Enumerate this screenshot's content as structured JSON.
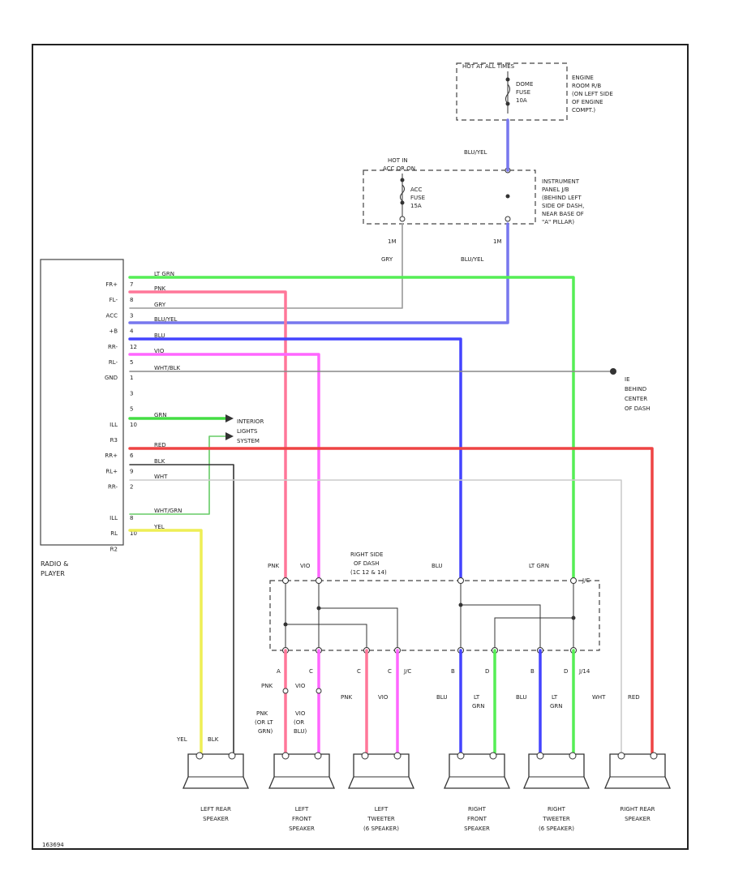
{
  "colors": {
    "lt_grn": "#55ee55",
    "pnk": "#ff7799",
    "gry": "#999999",
    "blu_yel": "#7777ee",
    "blu": "#4444ff",
    "vio": "#ff66ff",
    "wht_blk": "#888888",
    "grn": "#44dd44",
    "red": "#ee4444",
    "blk": "#333333",
    "wht": "#cccccc",
    "wht_grn": "#66cc66",
    "yel": "#eeee55"
  },
  "fuse_box_top": {
    "header": "HOT AT ALL TIMES",
    "fuse_line1": "DOME",
    "fuse_line2": "FUSE",
    "fuse_line3": "10A",
    "location": [
      "ENGINE",
      "ROOM R/B",
      "(ON LEFT SIDE",
      "OF ENGINE",
      "COMPT.)"
    ]
  },
  "fuse_box_mid": {
    "header_line1": "HOT IN",
    "header_line2": "ACC OR ON",
    "fuse_line1": "ACC",
    "fuse_line2": "FUSE",
    "fuse_line3": "15A",
    "location": [
      "INSTRUMENT",
      "PANEL J/B",
      "(BEHIND LEFT",
      "SIDE OF DASH,",
      "NEAR BASE OF",
      "\"A\" PILLAR)"
    ],
    "conn_left": "1M",
    "conn_right": "1M",
    "wire_gry": "GRY",
    "wire_bluyel_top": "BLU/YEL",
    "wire_bluyel_bot": "BLU/YEL"
  },
  "radio": {
    "name_line1": "RADIO &",
    "name_line2": "PLAYER",
    "pins": [
      "FR+",
      "FL-",
      "ACC",
      "+B",
      "RR-",
      "RL-",
      "GND",
      "",
      "",
      "ILL",
      "R3",
      "RR+",
      "RL+",
      "RR-",
      "",
      "ILL",
      "RL",
      "R2"
    ],
    "pin_nums": [
      "7",
      "8",
      "3",
      "4",
      "12",
      "5",
      "1",
      "3",
      "5",
      "10",
      "",
      "6",
      "9",
      "2",
      "",
      "8",
      "10",
      ""
    ]
  },
  "wire_labels": {
    "lt_grn": "LT GRN",
    "pnk": "PNK",
    "gry": "GRY",
    "blu_yel": "BLU/YEL",
    "blu": "BLU",
    "vio": "VIO",
    "wht_blk": "WHT/BLK",
    "grn": "GRN",
    "red": "RED",
    "blk": "BLK",
    "wht": "WHT",
    "wht_grn": "WHT/GRN",
    "yel": "YEL"
  },
  "ground": {
    "id": "IE",
    "line1": "BEHIND",
    "line2": "CENTER",
    "line3": "OF DASH"
  },
  "interior_lights": {
    "line1": "INTERIOR",
    "line2": "LIGHTS",
    "line3": "SYSTEM"
  },
  "junction": {
    "line1": "RIGHT SIDE",
    "line2": "OF DASH",
    "line3": "(1C 12 & 14)",
    "top_pnk": "PNK",
    "top_vio": "VIO",
    "top_blu": "BLU",
    "top_ltgrn": "LT GRN",
    "conn_id": "J/C",
    "bottom_conn": "J/C",
    "bottom_conn2": "J/14",
    "pin_a": "A",
    "pin_c": "C",
    "pin_b": "B",
    "pin_d": "D"
  },
  "lower_labels": {
    "pnk": "PNK",
    "vio": "VIO",
    "pnk_alt": "PNK\n(OR LT\nGRN)",
    "vio_alt": "VIO\n(OR\nBLU)",
    "blu": "BLU",
    "lt_grn": "LT\nGRN",
    "wht": "WHT",
    "red": "RED",
    "yel": "YEL",
    "blk": "BLK"
  },
  "speakers": [
    {
      "line1": "LEFT REAR",
      "line2": "SPEAKER",
      "line3": ""
    },
    {
      "line1": "LEFT",
      "line2": "FRONT",
      "line3": "SPEAKER"
    },
    {
      "line1": "LEFT",
      "line2": "TWEETER",
      "line3": "(6 SPEAKER)"
    },
    {
      "line1": "RIGHT",
      "line2": "FRONT",
      "line3": "SPEAKER"
    },
    {
      "line1": "RIGHT",
      "line2": "TWEETER",
      "line3": "(6 SPEAKER)"
    },
    {
      "line1": "RIGHT REAR",
      "line2": "SPEAKER",
      "line3": ""
    }
  ],
  "figure_id": "163694"
}
